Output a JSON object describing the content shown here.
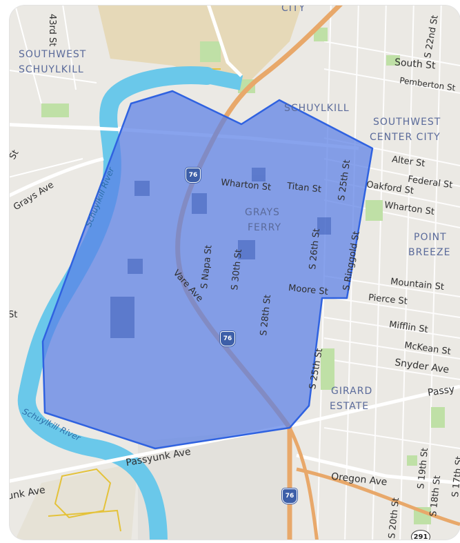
{
  "map": {
    "area_labels": {
      "city_partial": "CITY",
      "southwest_schuylkill_1": "SOUTHWEST",
      "southwest_schuylkill_2": "SCHUYLKILL",
      "schuylkill": "SCHUYLKILL",
      "southwest_center_city_1": "SOUTHWEST",
      "southwest_center_city_2": "CENTER CITY",
      "grays_ferry_1": "GRAYS",
      "grays_ferry_2": "FERRY",
      "point_breeze_1": "POINT",
      "point_breeze_2": "BREEZE",
      "girard_estate_1": "GIRARD",
      "girard_estate_2": "ESTATE"
    },
    "streets": {
      "s_43rd_st": "43rd St",
      "s_22nd_st": "S 22nd St",
      "south_st": "South St",
      "pemberton_st": "Pemberton St",
      "grays_ave": "Grays Ave",
      "st_left": "St",
      "alter_st": "Alter St",
      "federal_st": "Federal St",
      "oakford_st": "Oakford St",
      "wharton_st_east": "Wharton St",
      "wharton_st": "Wharton St",
      "titan_st": "Titan St",
      "s_25th_st_north": "S 25th St",
      "s_26th_st": "S 26th St",
      "s_ringgold_st": "S Ringgold St",
      "s_napa_st": "S Napa St",
      "s_30th_st": "S 30th St",
      "vare_ave": "Vare Ave",
      "s_28th_st": "S 28th St",
      "moore_st": "Moore St",
      "mountain_st": "Mountain St",
      "pierce_st": "Pierce St",
      "mifflin_st": "Mifflin St",
      "mckean_st": "McKean St",
      "snyder_ave": "Snyder Ave",
      "passyunk_east": "Passy",
      "s_25th_st_south": "S 25th St",
      "st_west_edge": "St",
      "passyunk_ave": "Passyunk Ave",
      "unk_ave": "unk Ave",
      "oregon_ave": "Oregon Ave",
      "s_19th_st": "S 19th St",
      "s_17th_st": "S 17th St",
      "s_18th_st": "S 18th St",
      "s_20th_st": "S 20th St"
    },
    "rivers": {
      "schuylkill_river_north": "Schuylkill River",
      "schuylkill_river_south": "Schuylkill River"
    },
    "shields": {
      "i76_north": "76",
      "i76_middle": "76",
      "i76_south": "76",
      "us291": "291"
    },
    "colors": {
      "land": "#ebe9e4",
      "water": "#6ac8ea",
      "park": "#bfe0a6",
      "highway": "#e8a86a",
      "selection_fill": "#5a7fe6",
      "selection_stroke": "#2f62e0"
    }
  }
}
